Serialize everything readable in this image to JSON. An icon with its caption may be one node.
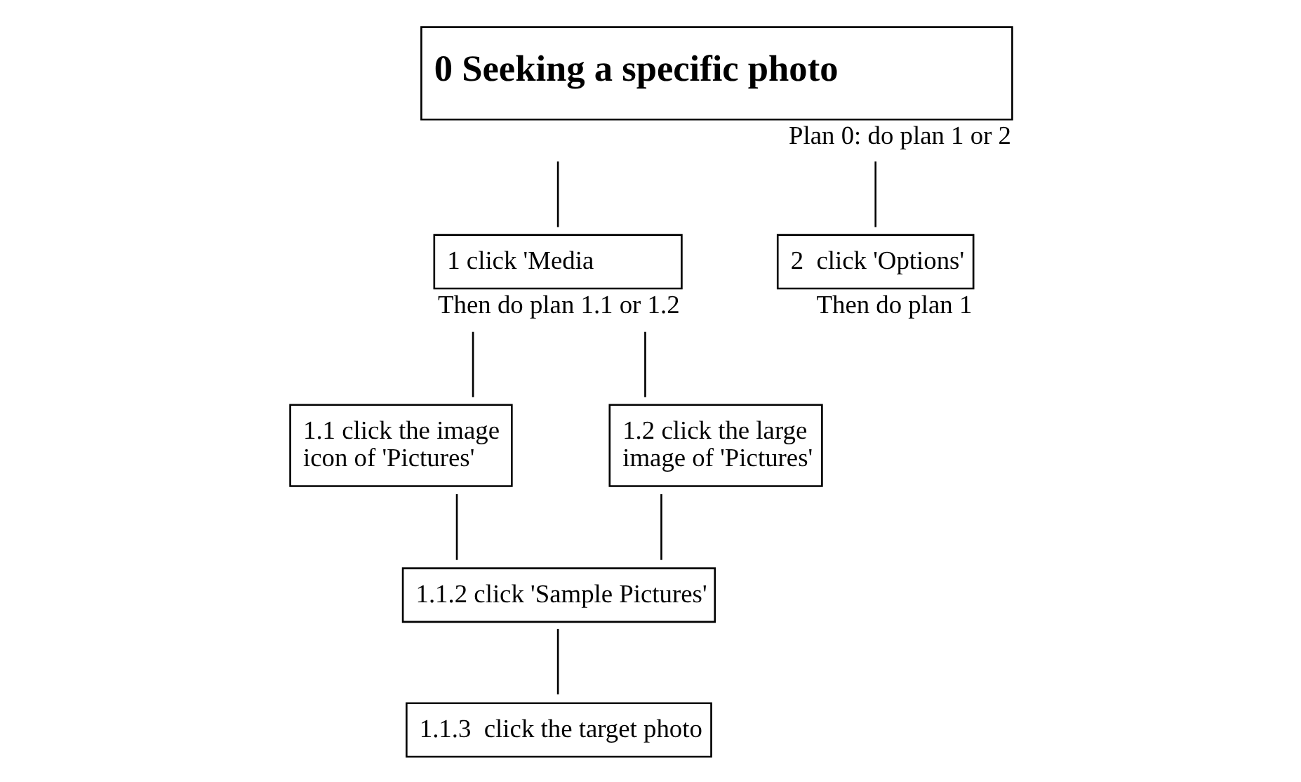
{
  "diagram": {
    "nodes": [
      {
        "text": [
          "0 Seeking a specific photo"
        ],
        "beside": [
          "Plan 0: do plan 1 or 2"
        ]
      },
      {
        "text": [
          "1 click 'Media"
        ],
        "beside": [
          "Then do plan 1.1 or 1.2"
        ]
      },
      {
        "text": [
          "2  click 'Options'"
        ],
        "beside": [
          "Then do plan 1"
        ]
      },
      {
        "text": [
          "1.1 click the image icon of 'Pictures'"
        ]
      },
      {
        "text": [
          "1.2 click the large image of 'Pictures'"
        ]
      },
      {
        "text": [
          "1.1.2 click 'Sample Pictures'"
        ]
      },
      {
        "text": [
          "1.1.3  click the target photo"
        ]
      }
    ],
    "edges": [
      {
        "from": 0,
        "to": 1,
        "arrow": "none"
      },
      {
        "from": 0,
        "to": 2,
        "arrow": "none"
      },
      {
        "from": 1,
        "to": 3,
        "arrow": "none"
      },
      {
        "from": 1,
        "to": 4,
        "arrow": "none"
      },
      {
        "from": 3,
        "to": 5,
        "arrow": "none"
      },
      {
        "from": 4,
        "to": 5,
        "arrow": "none"
      },
      {
        "from": 5,
        "to": 6,
        "arrow": "none"
      }
    ]
  }
}
